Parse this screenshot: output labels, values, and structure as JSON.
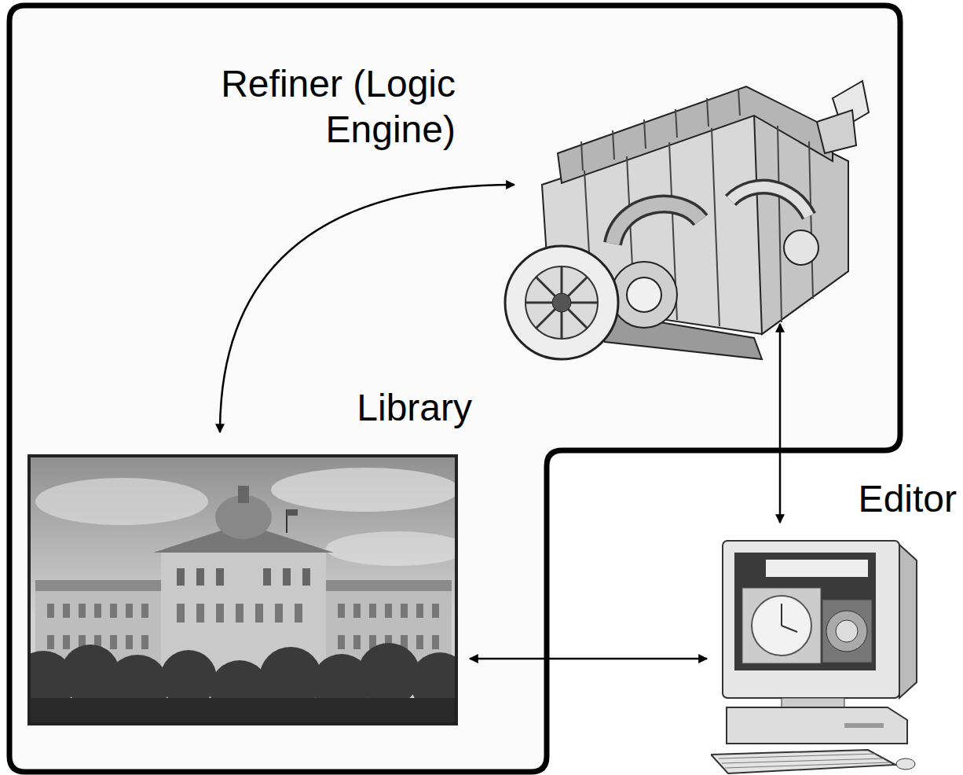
{
  "diagram": {
    "nodes": [
      {
        "text": [
          "Refiner (Logic Engine)"
        ]
      },
      {
        "text": [
          "Library"
        ]
      },
      {
        "text": [
          "Editor"
        ]
      }
    ],
    "edges": [
      {
        "from": 0,
        "to": 1,
        "arrow": "both"
      },
      {
        "from": 0,
        "to": 2,
        "arrow": "both"
      },
      {
        "from": 1,
        "to": 2,
        "arrow": "both"
      }
    ]
  }
}
